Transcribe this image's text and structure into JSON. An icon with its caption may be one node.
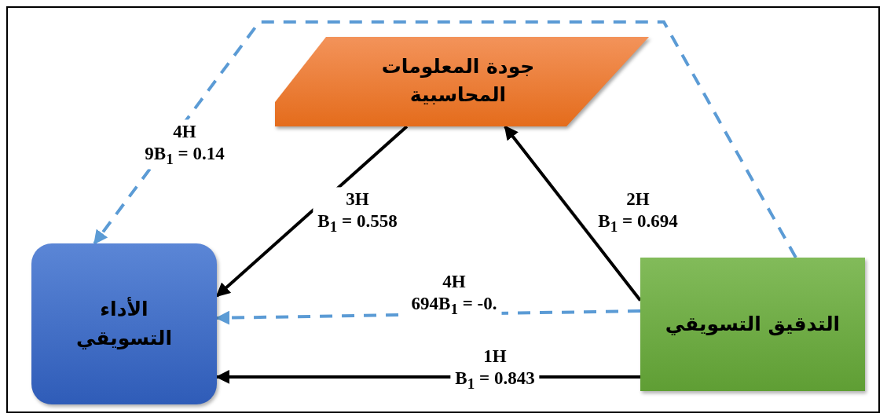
{
  "diagram": {
    "nodes": [
      {
        "text": [
          "جودة المعلومات المحاسبية"
        ]
      },
      {
        "text": [
          "الأداء التسويقي"
        ]
      },
      {
        "text": [
          "التدقيق التسويقي"
        ]
      }
    ],
    "edges": [
      {
        "from": 2,
        "to": 0,
        "arrow": "to",
        "label": "2H B$_{1}$ = 0.694"
      },
      {
        "from": 0,
        "to": 1,
        "arrow": "to",
        "label": "3H B$_{1}$ = 0.558"
      },
      {
        "from": 2,
        "to": 1,
        "arrow": "to",
        "label": "1H B$_{1}$ = 0.843"
      },
      {
        "from": 2,
        "to": 1,
        "arrow": "to",
        "label": "4H 694B$_{1}$ = -0.",
        "style": "dashed",
        "color": "#5b9bd5"
      },
      {
        "from": 2,
        "to": 1,
        "arrow": "to",
        "label": "4H 9B$_{1}$ = 0.14",
        "style": "dashed",
        "color": "#5b9bd5"
      }
    ]
  }
}
